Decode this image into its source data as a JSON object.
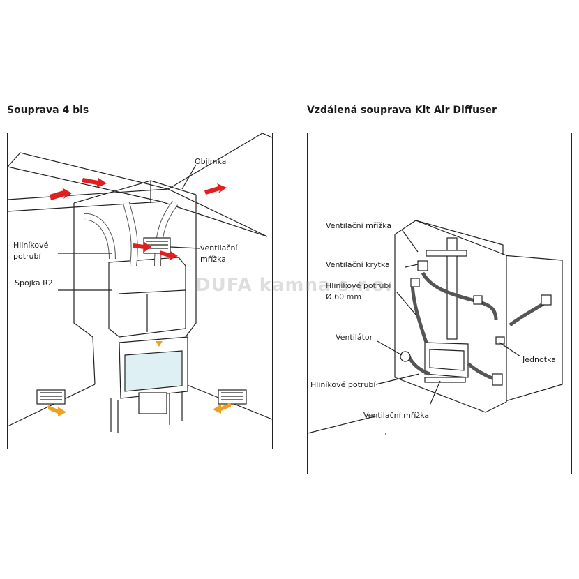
{
  "left": {
    "title": "Souprava 4 bis",
    "labels": {
      "objimka": "Objímka",
      "hlinikove_1": "Hliníkové",
      "hlinikove_2": "potrubí",
      "ventilacni_1": "ventilační",
      "ventilacni_2": "mřížka",
      "spojka": "Spojka R2"
    }
  },
  "right": {
    "title": "Vzdálená souprava Kit Air Diffuser",
    "labels": {
      "ventilacni_mrizka_top": "Ventilační mřížka",
      "ventilacni_krytka": "Ventilační krytka",
      "hlinikove_potrubi_1": "Hliníkové potrubí",
      "hlinikove_potrubi_2": "Ø 60 mm",
      "ventilator": "Ventilátor",
      "jednotka": "Jednotka",
      "hlinikove_potrubi_bottom": "Hliníkové potrubí",
      "ventilacni_mrizka_bottom": "Ventilační mřížka"
    }
  },
  "watermark": "DUFA kamna s.r.o.",
  "colors": {
    "arrow_red": "#e02020",
    "arrow_orange": "#f0a020",
    "glass": "#dff0f4"
  }
}
